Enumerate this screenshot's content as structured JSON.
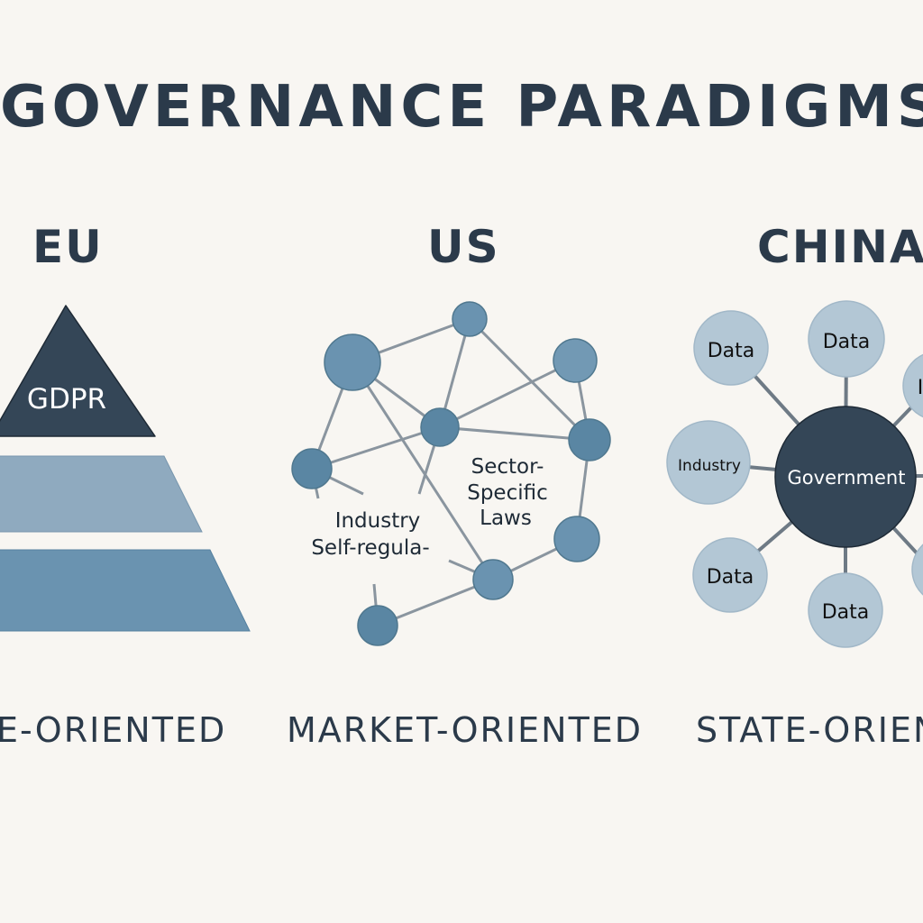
{
  "title": "GOVERNANCE PARADIGMS",
  "colors": {
    "background": "#f8f6f2",
    "dark": "#344657",
    "mid": "#6a93b0",
    "light": "#8faabf",
    "pale": "#b3c7d5",
    "line": "#8a959f"
  },
  "eu": {
    "heading": "EU",
    "pyramid_top_label": "GDPR",
    "paradigm": "E-ORIENTED"
  },
  "us": {
    "heading": "US",
    "label_left_1": "Industry",
    "label_left_2": "Self-regula-",
    "label_right_1": "Sector-",
    "label_right_2": "Specific",
    "label_right_3": "Laws",
    "paradigm": "MARKET-ORIENTED"
  },
  "china": {
    "heading": "CHINA",
    "center": "Government",
    "nodes": [
      "Data",
      "Data",
      "Industry",
      "Data",
      "Data",
      "I"
    ],
    "paradigm": "STATE-ORIEN"
  }
}
